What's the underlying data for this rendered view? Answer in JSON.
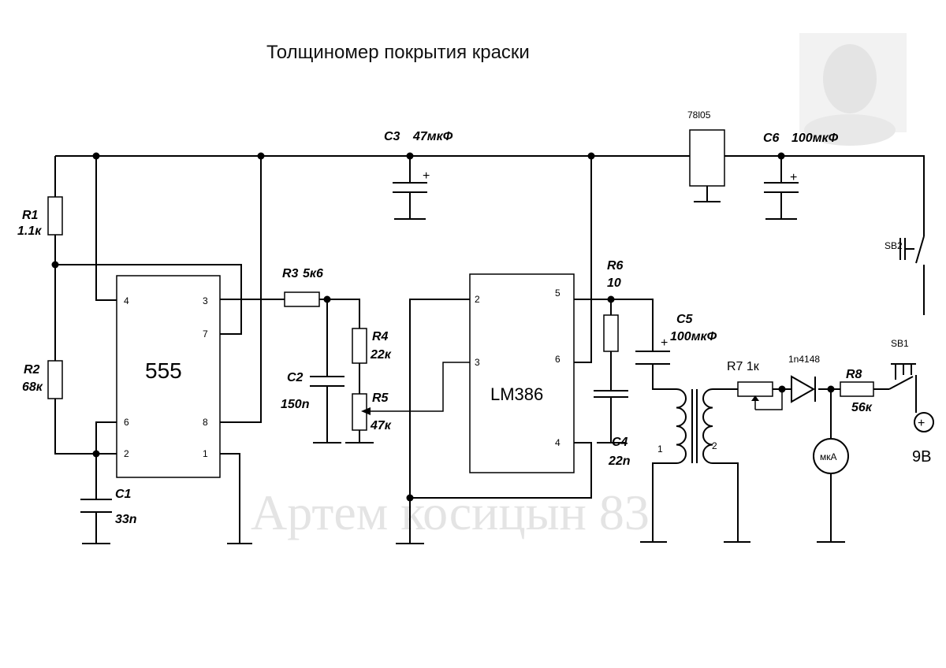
{
  "title": "Толщиномер покрытия краски",
  "watermark": "Артем косицын 83",
  "colors": {
    "ink": "#000000",
    "watermark": "#e4e4e4",
    "photo_bg": "#f2f2f2"
  },
  "ics": {
    "timer": {
      "label": "555",
      "pins": {
        "p4": "4",
        "p3": "3",
        "p7": "7",
        "p6": "6",
        "p8": "8",
        "p2": "2",
        "p1": "1"
      }
    },
    "amp": {
      "label": "LM386",
      "pins": {
        "p2": "2",
        "p5": "5",
        "p3": "3",
        "p6": "6",
        "p4": "4"
      }
    },
    "regulator": {
      "label": "78l05"
    }
  },
  "components": {
    "r1": {
      "ref": "R1",
      "value": "1.1к"
    },
    "r2": {
      "ref": "R2",
      "value": "68к"
    },
    "c1": {
      "ref": "C1",
      "value": "33n"
    },
    "r3": {
      "ref": "R3",
      "value": "5к6"
    },
    "c2": {
      "ref": "C2",
      "value": "150n"
    },
    "r4": {
      "ref": "R4",
      "value": "22к"
    },
    "r5": {
      "ref": "R5",
      "value": "47к"
    },
    "c3": {
      "ref": "C3",
      "value": "47мкФ"
    },
    "c6": {
      "ref": "C6",
      "value": "100мкФ"
    },
    "r6": {
      "ref": "R6",
      "value": "10"
    },
    "c5": {
      "ref": "C5",
      "value": "100мкФ"
    },
    "c4": {
      "ref": "C4",
      "value": "22n"
    },
    "r7": {
      "label": "R7 1к"
    },
    "d1": {
      "label": "1n4148"
    },
    "r8": {
      "ref": "R8",
      "value": "56к"
    },
    "meter": {
      "label": "мкА"
    },
    "sb1": {
      "label": "SB1"
    },
    "sb2": {
      "label": "SB2"
    },
    "battery": {
      "label": "9В",
      "sign": "+"
    },
    "transformer": {
      "w1": "1",
      "w2": "2"
    }
  },
  "polarity_mark": "+"
}
